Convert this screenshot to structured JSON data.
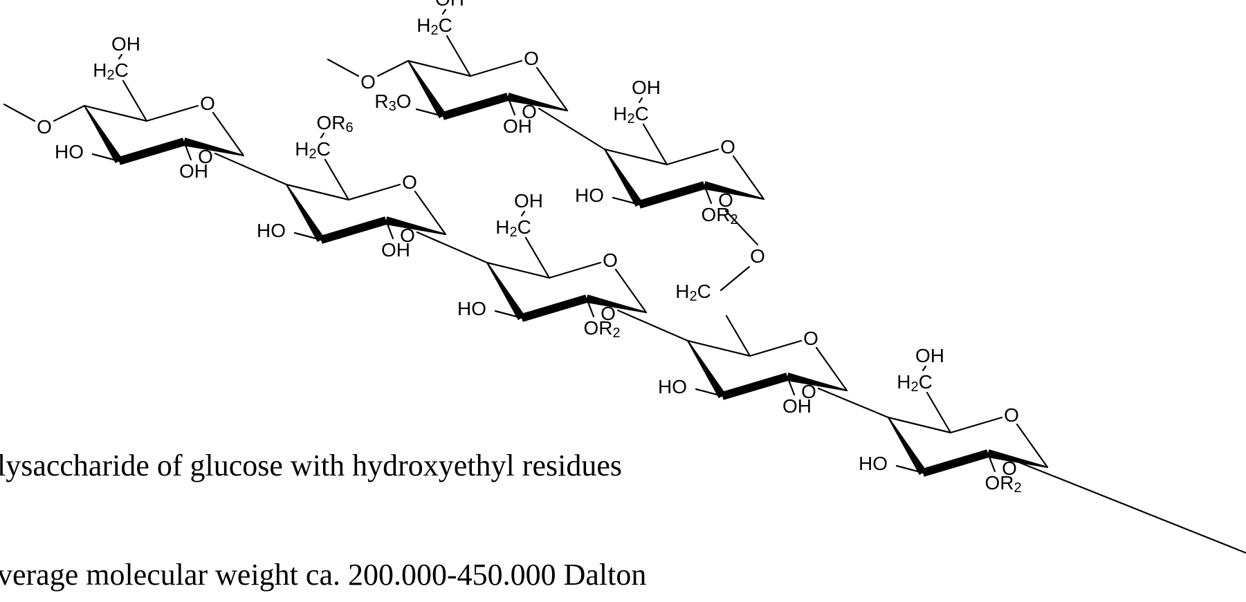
{
  "captions": {
    "line1": "lysaccharide of glucose with hydroxyethyl residues",
    "line2": "verage molecular weight ca. 200.000-450.000 Dalton"
  },
  "atoms": {
    "O": "O",
    "OH": "OH",
    "HO": "HO",
    "H": "H",
    "C": "C",
    "R": "R",
    "sub2": "2",
    "sub3": "3",
    "sub6": "6"
  }
}
